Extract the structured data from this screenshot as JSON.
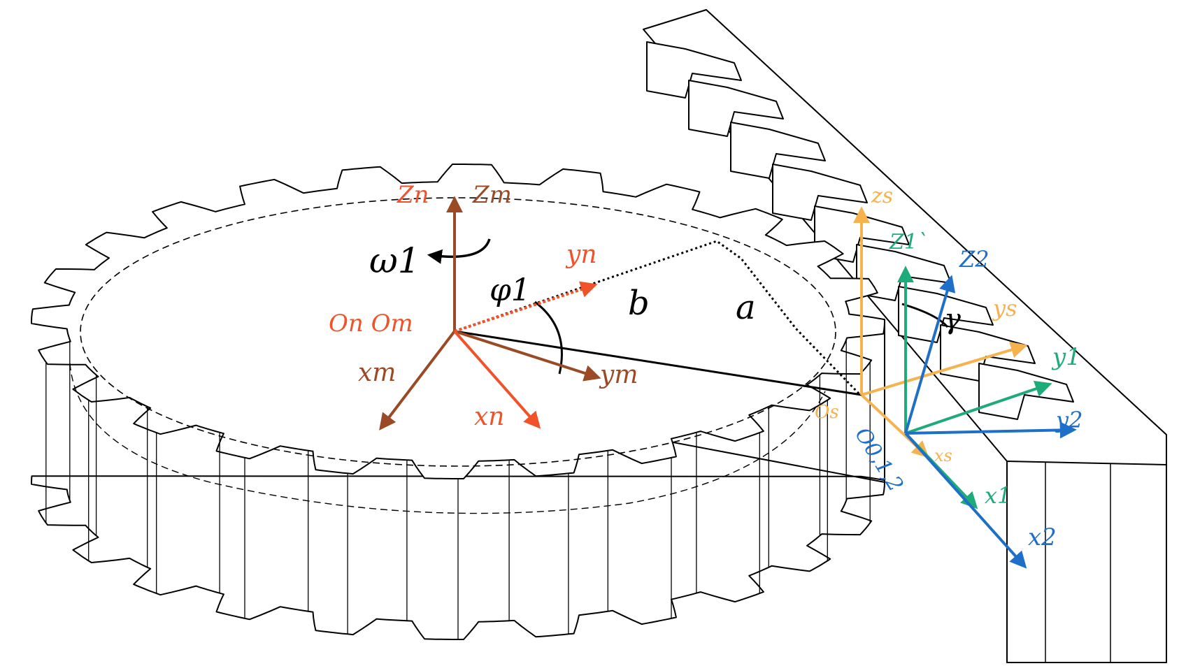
{
  "diagram": {
    "colors": {
      "brown": "#9a4a24",
      "red": "#f0532a",
      "black": "#000000",
      "orange": "#f6b24f",
      "green": "#1faa7a",
      "blue": "#1d6fc8"
    },
    "labels": {
      "zn": "Zn",
      "zm": "Zm",
      "omega1": "ω1",
      "yn": "yn",
      "phi1": "φ1",
      "b": "b",
      "a": "a",
      "on_om": "On Om",
      "xm": "xm",
      "ym": "ym",
      "xn": "xn",
      "zs": "zs",
      "z1p": "Z1`",
      "z2": "Z2",
      "gamma": "γ",
      "ys": "ys",
      "y1": "y1",
      "os": "Os",
      "y2": "y2",
      "o012": "O0,1,2",
      "xs": "xs",
      "x1": "x1",
      "x2": "x2"
    }
  }
}
